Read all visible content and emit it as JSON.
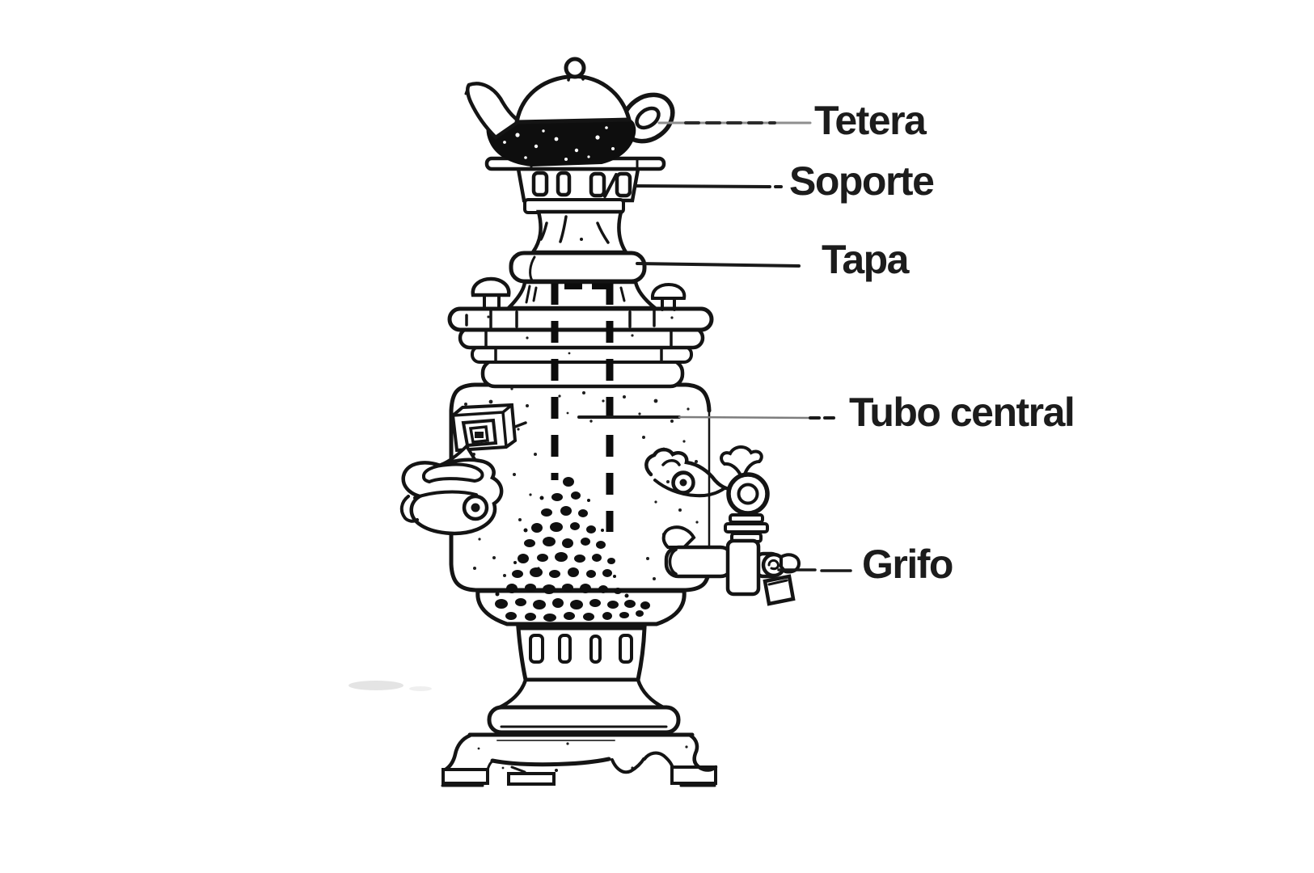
{
  "page": {
    "background": "#ffffff"
  },
  "diagram": {
    "ink_color": "#141414",
    "labels": [
      {
        "id": "tetera",
        "text": "Tetera"
      },
      {
        "id": "soporte",
        "text": "Soporte"
      },
      {
        "id": "tapa",
        "text": "Tapa"
      },
      {
        "id": "tubo_central",
        "text": "Tubo central"
      },
      {
        "id": "grifo",
        "text": "Grifo"
      }
    ]
  }
}
